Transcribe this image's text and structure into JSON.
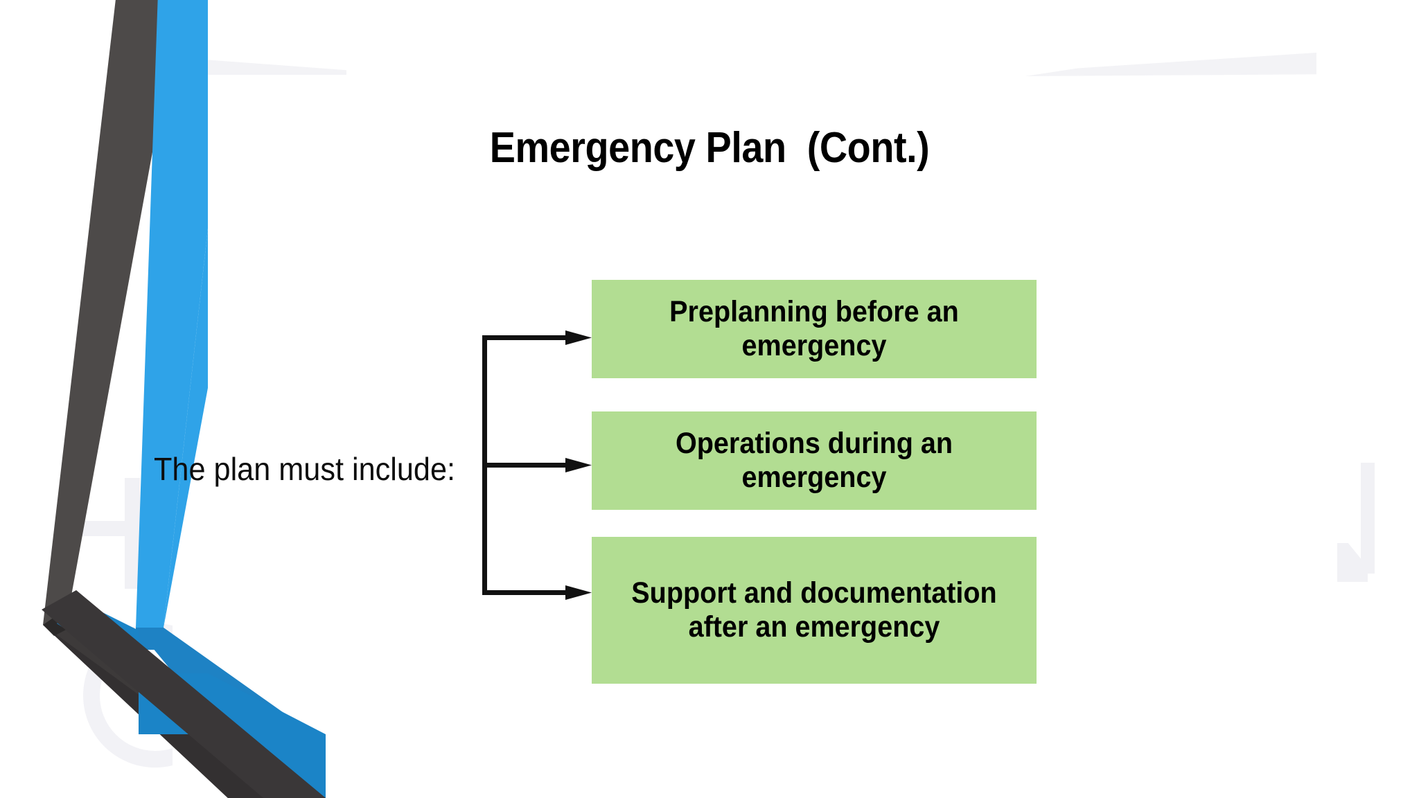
{
  "slide": {
    "title": "Emergency Plan  (Cont.)",
    "caption": "The plan must include:",
    "background_color": "#ffffff"
  },
  "diagram": {
    "type": "bracket-list",
    "connector_color": "#111111",
    "box_fill_color": "#b2dd92",
    "box_text_color": "#000000",
    "items": [
      {
        "label": "Preplanning before an emergency"
      },
      {
        "label": "Operations during an emergency"
      },
      {
        "label": "Support and documentation after an emergency"
      }
    ]
  },
  "decor": {
    "ribbon": {
      "dark_band_color": "#4d4a49",
      "dark_band_shadow_color": "#333031",
      "blue_band_color": "#2fa3e8",
      "blue_band_shadow_color": "#1e82c4"
    },
    "watermark_color": "#f1f1f5"
  }
}
